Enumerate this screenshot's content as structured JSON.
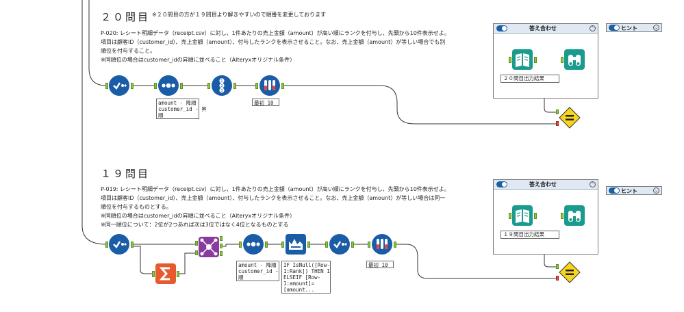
{
  "section20": {
    "title": "２０問目",
    "note": "※２０問目の方が１９問目より解きやすいので順番を変更しております",
    "desc_lines": [
      "P-020: レシート明細データ（receipt.csv）に対し、1件あたりの売上金額（amount）が高い順にランクを付与し、先頭から10件表示せよ。",
      "項目は顧客ID（customer_id）、売上金額（amount）、付与したランクを表示させること。なお、売上金額（amount）が等しい場合でも別",
      "順位を付与すること。",
      "※同順位の場合はcustomer_idの昇順に並べること（Alteryxオリジナル条件）"
    ],
    "sort_annotation": "amount - 降順\ncustomer_id - 昇\n順",
    "sample_annotation": "最初 10",
    "answer_container_title": "答え合わせ",
    "answer_result_label": "２０問目出力結果",
    "hint_label": "ヒント"
  },
  "section19": {
    "title": "１９問目",
    "desc_lines": [
      "P-019: レシート明細データ（receipt.csv）に対し、1件あたりの売上金額（amount）が高い順にランクを付与し、先頭から10件表示せよ。",
      "項目は顧客ID（customer_id）、売上金額（amount）、付与したランクを表示させること。なお、売上金額（amount）が等しい場合は同一",
      "順位を付与するものとする。",
      "※同順位の場合はcustomer_idの昇順に並べること（Alteryxオリジナル条件）",
      "※同一順位について：2位が2つあれば次は3位ではなく4位となるものとする"
    ],
    "sort_annotation": "amount - 降順\ncustomer_id - 昇\n順",
    "formula_annotation": "IF IsNull([Row-\n1:Rank]) THEN 1\nELSEIF [Row-\n1:amount]=\n[amount...",
    "sample_annotation": "最初 10",
    "answer_container_title": "答え合わせ",
    "answer_result_label": "１９問目出力結果",
    "hint_label": "ヒント"
  },
  "icons": {
    "select": "select-icon",
    "sort": "sort-icon",
    "record_id": "record-id-icon",
    "sample": "sample-icon",
    "summarize": "summarize-icon",
    "join": "join-icon",
    "multi_row_formula": "multi-row-formula-icon",
    "input_data": "input-data-icon",
    "browse": "browse-icon",
    "test": "test-icon"
  },
  "colors": {
    "tool_blue": "#1a5da6",
    "tool_teal": "#1a9b8e",
    "summarize_orange": "#e65a2e",
    "join_purple": "#8a3c9e",
    "anchor_green": "#8cc43f",
    "test_yellow": "#f7d51d"
  }
}
